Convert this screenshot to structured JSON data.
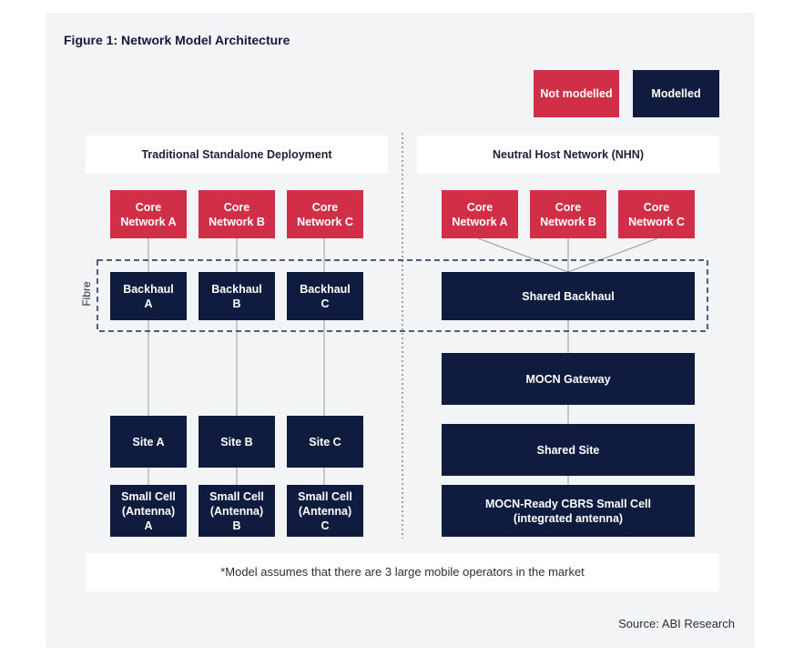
{
  "title": "Figure 1: Network Model Architecture",
  "legend": {
    "not_modelled": "Not modelled",
    "modelled": "Modelled"
  },
  "colors": {
    "not_modelled": "#d12e48",
    "modelled": "#0f1c3f"
  },
  "left": {
    "heading": "Traditional Standalone Deployment",
    "core": [
      "Core\nNetwork A",
      "Core\nNetwork B",
      "Core\nNetwork C"
    ],
    "backhaul": [
      "Backhaul\nA",
      "Backhaul\nB",
      "Backhaul\nC"
    ],
    "site": [
      "Site A",
      "Site B",
      "Site C"
    ],
    "small_cell": [
      "Small Cell\n(Antenna)\nA",
      "Small Cell\n(Antenna)\nB",
      "Small Cell\n(Antenna)\nC"
    ]
  },
  "right": {
    "heading": "Neutral Host Network (NHN)",
    "core": [
      "Core\nNetwork A",
      "Core\nNetwork B",
      "Core\nNetwork C"
    ],
    "shared_backhaul": "Shared Backhaul",
    "mocn_gateway": "MOCN Gateway",
    "shared_site": "Shared Site",
    "small_cell": "MOCN-Ready CBRS Small Cell\n(integrated antenna)"
  },
  "fibre_label": "Fibre",
  "note": "*Model assumes that there are 3 large mobile operators in the market",
  "source": "Source: ABI Research"
}
